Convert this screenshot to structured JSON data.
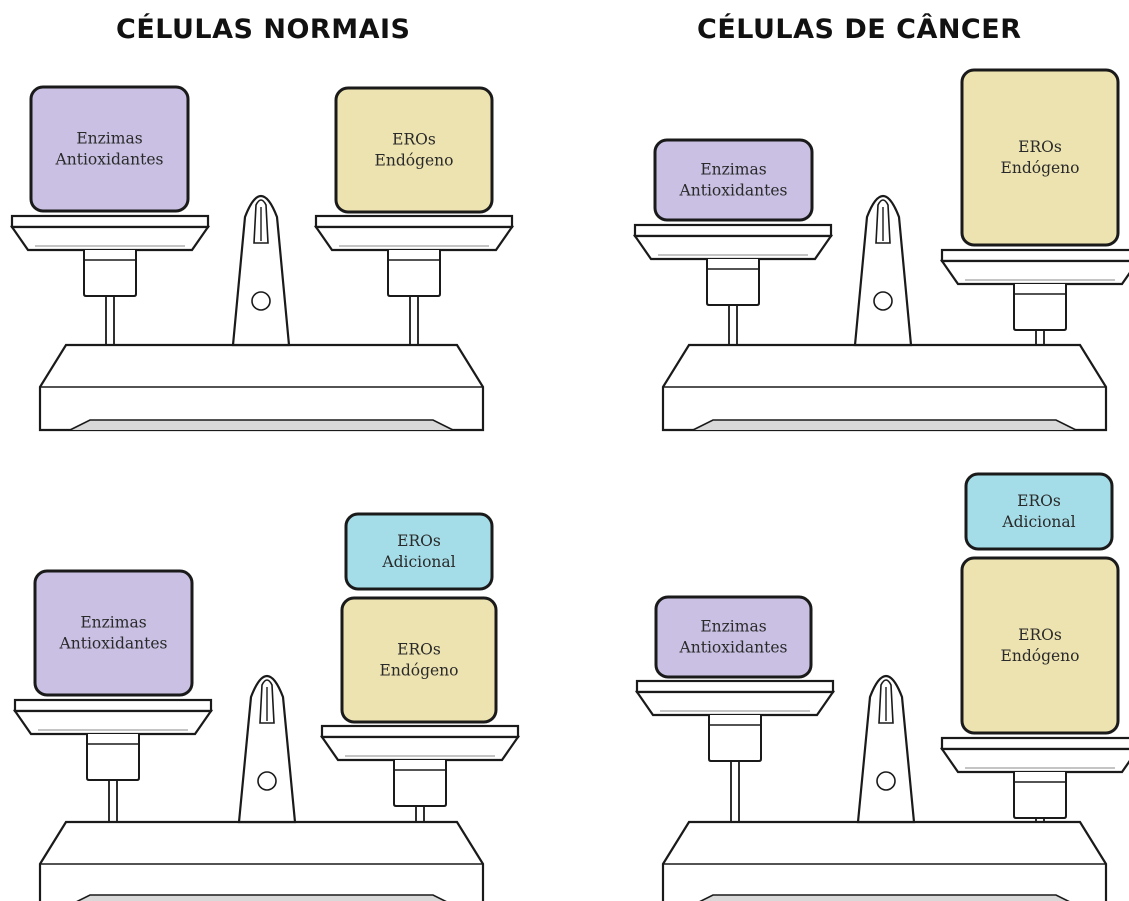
{
  "headings": {
    "normal": "CÉLULAS NORMAIS",
    "cancer": "CÉLULAS DE CÂNCER"
  },
  "colors": {
    "antioxidant": "#c9c0e3",
    "ros_endogenous": "#ede3b0",
    "ros_additional": "#a4dde8",
    "outline": "#1a1a1a"
  },
  "scales": [
    {
      "id": "normal-top",
      "balance": "level",
      "left_blocks": [
        {
          "kind": "antioxidant",
          "lines": [
            "Enzimas",
            "Antioxidantes"
          ]
        }
      ],
      "right_blocks": [
        {
          "kind": "ros_endogenous",
          "lines": [
            "EROs",
            "Endógeno"
          ]
        }
      ]
    },
    {
      "id": "cancer-top",
      "balance": "tipped-right",
      "left_blocks": [
        {
          "kind": "antioxidant",
          "lines": [
            "Enzimas",
            "Antioxidantes"
          ]
        }
      ],
      "right_blocks": [
        {
          "kind": "ros_endogenous",
          "lines": [
            "EROs",
            "Endógeno"
          ]
        }
      ]
    },
    {
      "id": "normal-bottom",
      "balance": "slightly-tipped-right",
      "left_blocks": [
        {
          "kind": "antioxidant",
          "lines": [
            "Enzimas",
            "Antioxidantes"
          ]
        }
      ],
      "right_blocks": [
        {
          "kind": "ros_additional",
          "lines": [
            "EROs",
            "Adicional"
          ]
        },
        {
          "kind": "ros_endogenous",
          "lines": [
            "EROs",
            "Endógeno"
          ]
        }
      ]
    },
    {
      "id": "cancer-bottom",
      "balance": "tipped-right",
      "left_blocks": [
        {
          "kind": "antioxidant",
          "lines": [
            "Enzimas",
            "Antioxidantes"
          ]
        }
      ],
      "right_blocks": [
        {
          "kind": "ros_additional",
          "lines": [
            "EROs",
            "Adicional"
          ]
        },
        {
          "kind": "ros_endogenous",
          "lines": [
            "EROs",
            "Endógeno"
          ]
        }
      ]
    }
  ]
}
